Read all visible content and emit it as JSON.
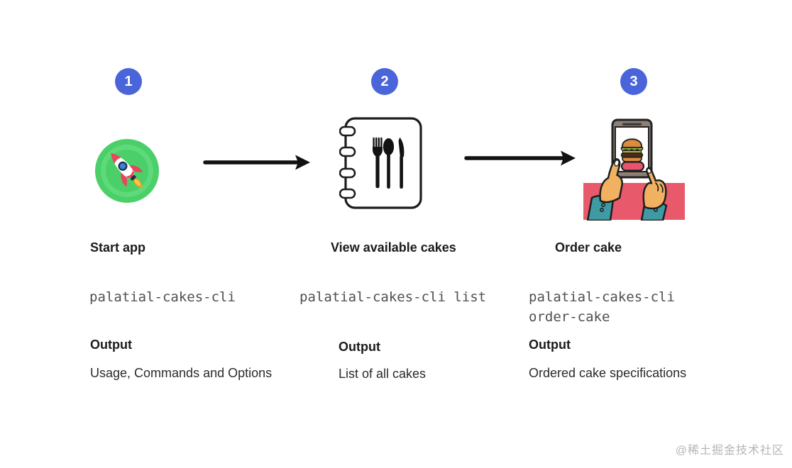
{
  "page": {
    "watermark": "@稀土掘金技术社区"
  },
  "colors": {
    "badge_blue": "#4a64d9",
    "rocket_green": "#4bcf69",
    "rocket_green_light": "#5eda7b",
    "rocket_red": "#e8465a",
    "flame_orange": "#f59d2e",
    "table_pink": "#e8596c",
    "sleeve_teal": "#3e9aa3",
    "skin": "#f0b261",
    "bun_orange": "#dd8c3f",
    "lettuce_green": "#7db342",
    "cheese_yellow": "#ecc93d",
    "arrow_black": "#111111",
    "command_text": "#4f4f4f",
    "heading_text": "#1b1b1b",
    "watermark_gray": "#b5b5b5"
  },
  "steps": [
    {
      "number": "1",
      "icon": "rocket-launch-icon",
      "title": "Start app",
      "command": "palatial-cakes-cli",
      "output_label": "Output",
      "output_value": "Usage, Commands and Options"
    },
    {
      "number": "2",
      "icon": "menu-book-icon",
      "title": "View available cakes",
      "command": "palatial-cakes-cli list",
      "output_label": "Output",
      "output_value": "List of all cakes"
    },
    {
      "number": "3",
      "icon": "order-phone-icon",
      "title": "Order cake",
      "command": "palatial-cakes-cli order-cake",
      "command_lines": [
        "palatial-cakes-cli",
        "order-cake"
      ],
      "output_label": "Output",
      "output_value": "Ordered cake specifications"
    }
  ]
}
